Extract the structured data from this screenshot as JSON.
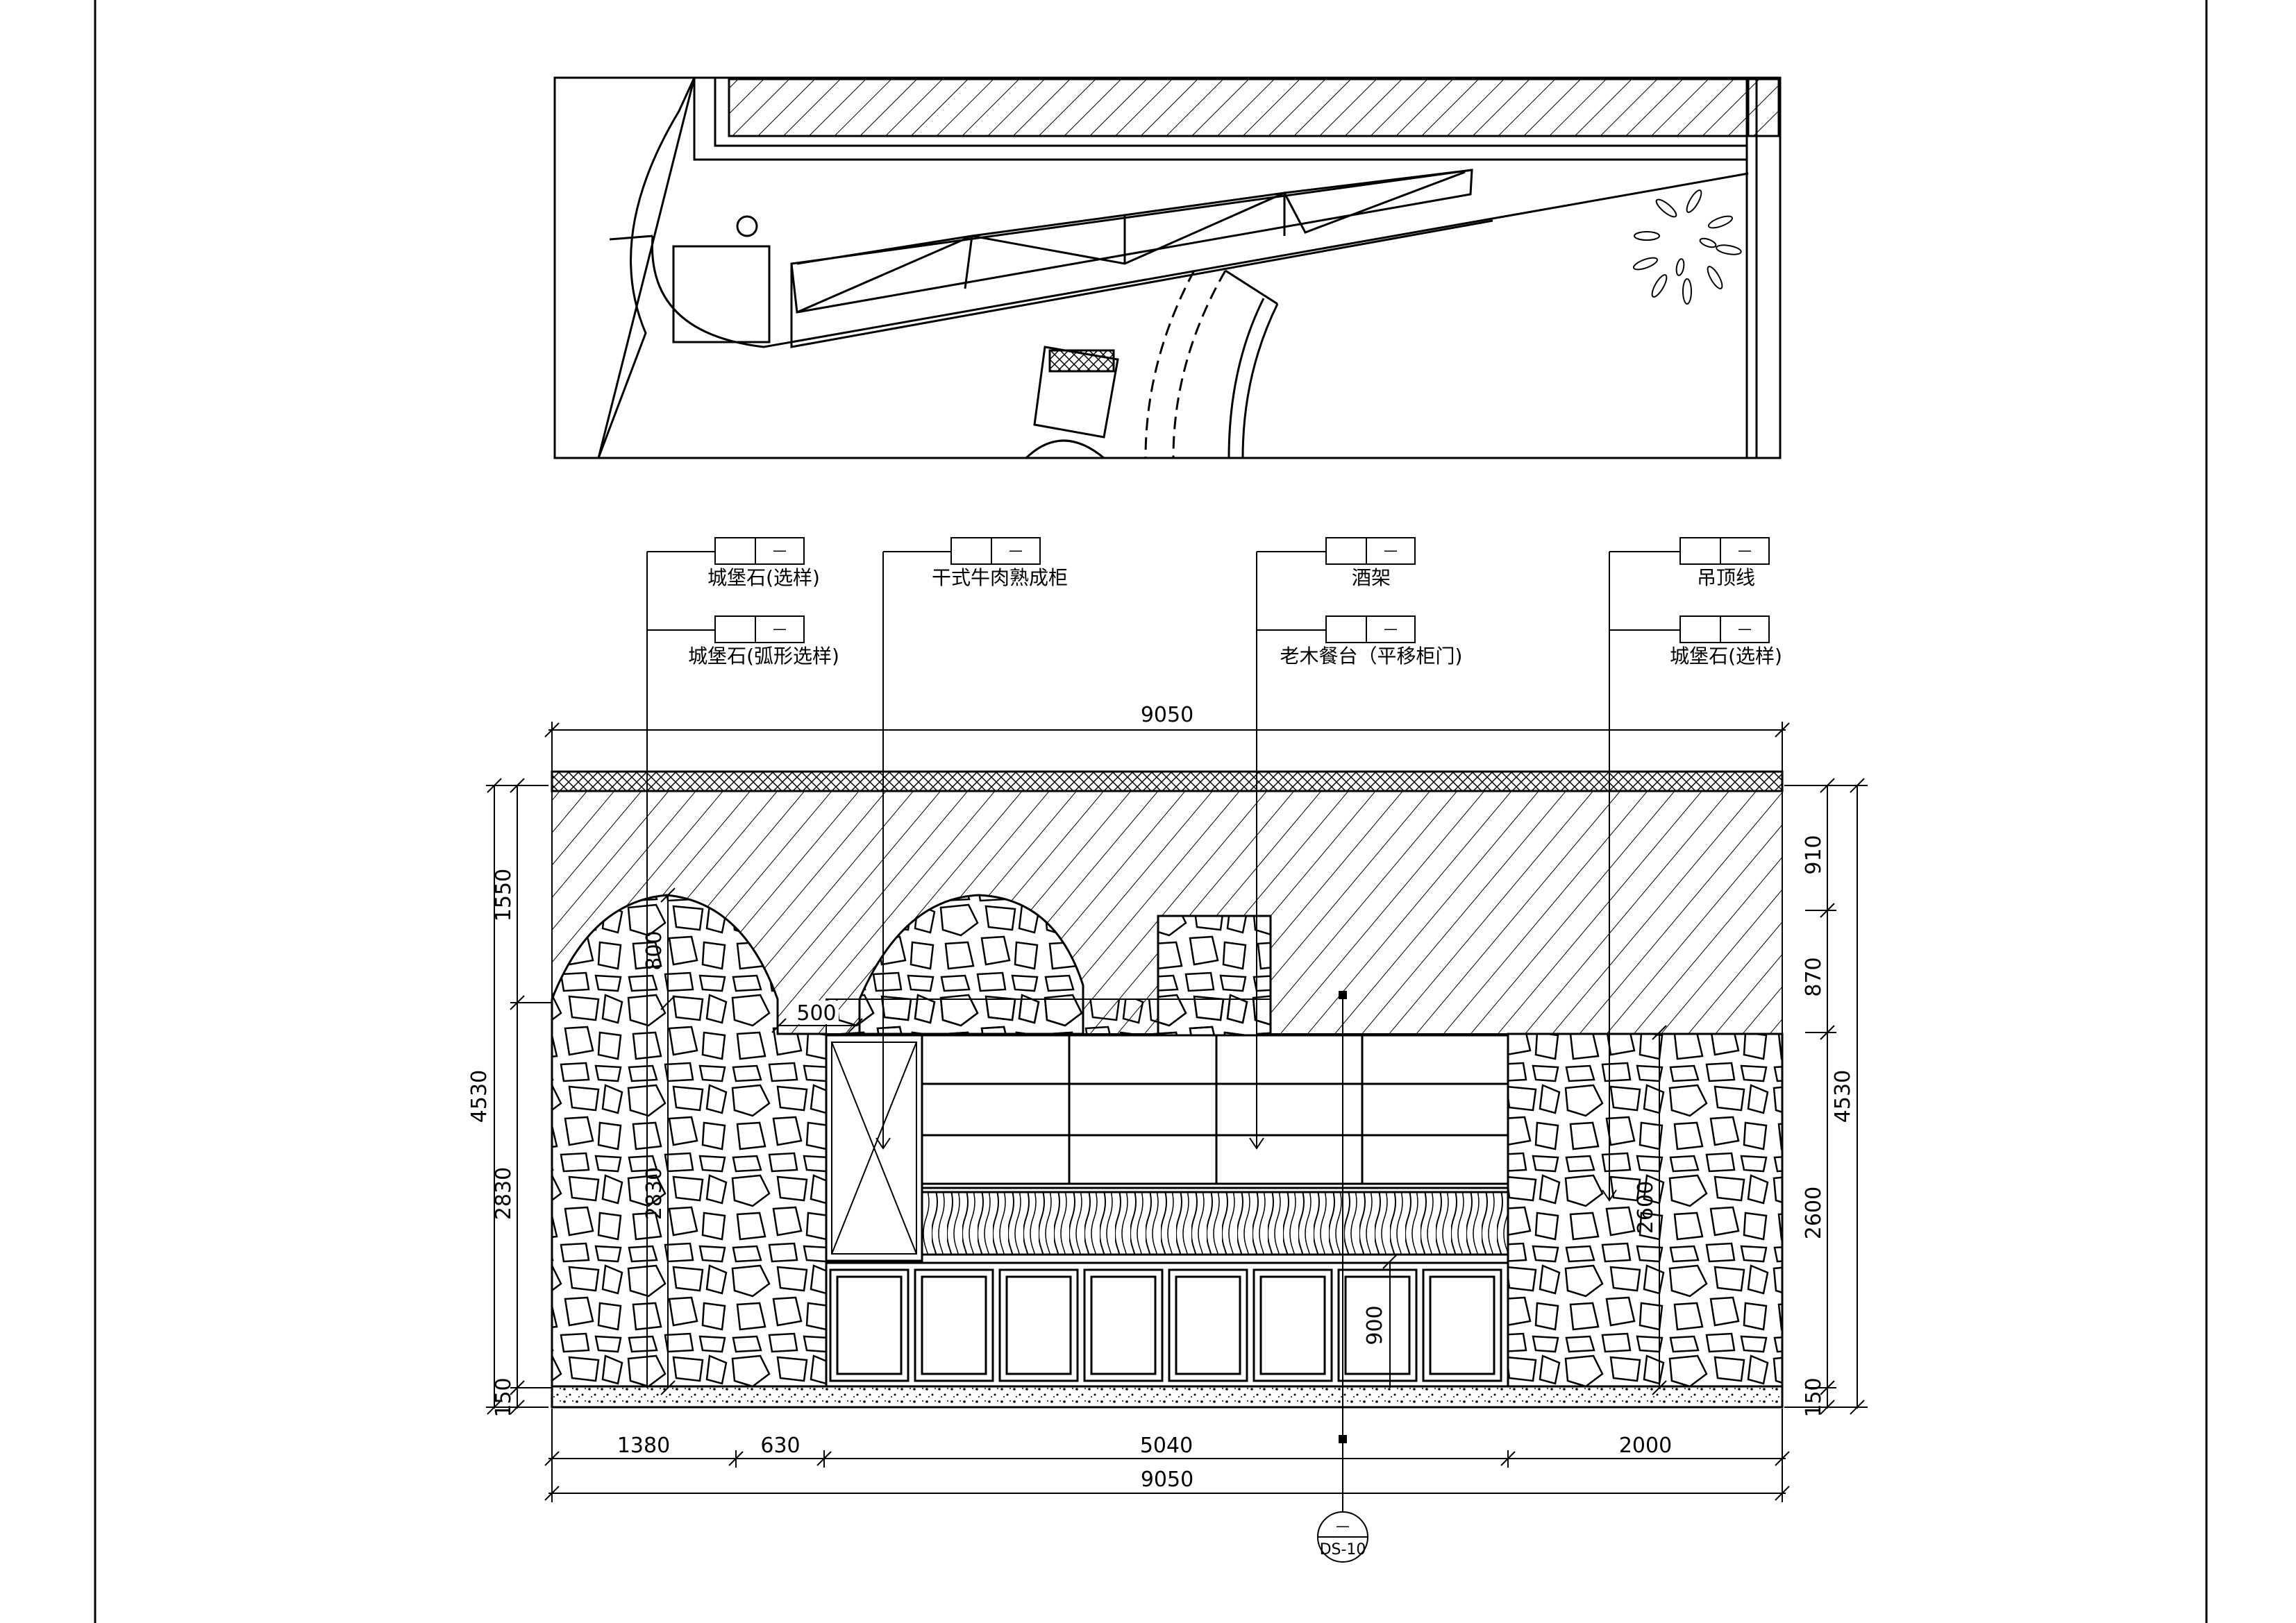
{
  "annotations": [
    {
      "id": "castle-stone-sample-1",
      "text": "城堡石(选样)",
      "tag": "—"
    },
    {
      "id": "castle-stone-arc-sample",
      "text": "城堡石(弧形选样)",
      "tag": "—"
    },
    {
      "id": "dry-aged-beef-cabinet",
      "text": "干式牛肉熟成柜",
      "tag": "—"
    },
    {
      "id": "wine-rack",
      "text": "酒架",
      "tag": "—"
    },
    {
      "id": "old-wood-counter",
      "text": "老木餐台（平移柜门)",
      "tag": "—"
    },
    {
      "id": "ceiling-line",
      "text": "吊顶线",
      "tag": "—"
    },
    {
      "id": "castle-stone-sample-2",
      "text": "城堡石(选样)",
      "tag": "—"
    }
  ],
  "dimensions": {
    "top_total": "9050",
    "bottom_segments": [
      "1380",
      "630",
      "5040",
      "2000"
    ],
    "bottom_total": "9050",
    "left_outer": "4530",
    "left_inner": [
      "1550",
      "2830",
      "150"
    ],
    "right_outer": "4530",
    "right_inner": [
      "910",
      "870",
      "2600",
      "150"
    ],
    "inner": {
      "arch_height": "800",
      "opening": "500",
      "column_left": "2830",
      "column_right": "2600",
      "counter": "900"
    }
  },
  "section_marker": {
    "top": "—",
    "bottom": "DS-10"
  }
}
